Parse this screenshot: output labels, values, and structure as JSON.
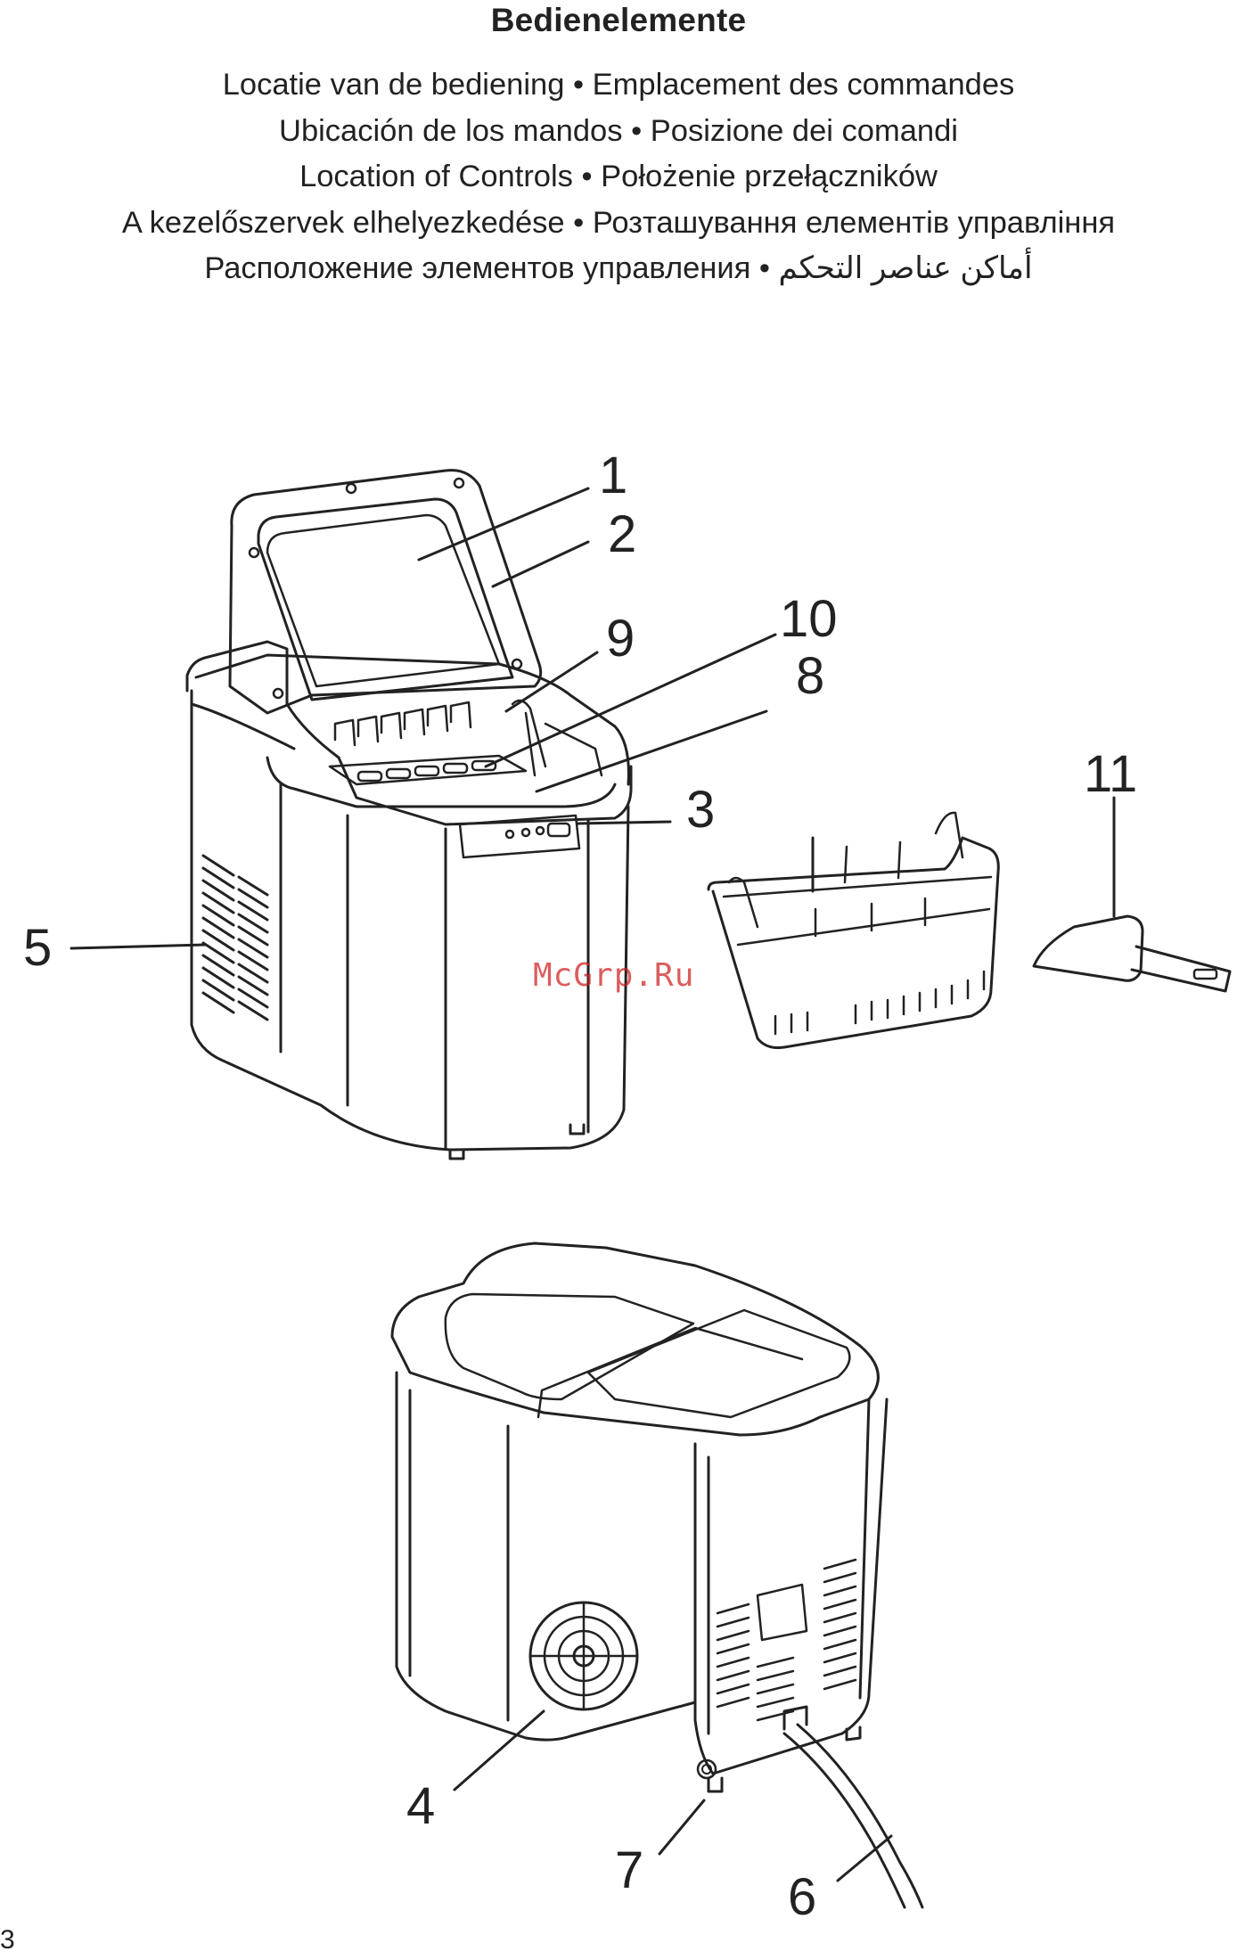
{
  "header": {
    "title": "Bedienelemente",
    "line_1": "Locatie van de bediening • Emplacement des commandes",
    "line_2": "Ubicación de los mandos • Posizione dei comandi",
    "line_3": "Location of Controls • Położenie przełączników",
    "line_4": "A kezelőszervek elhelyezkedése • Розташування елементів управління",
    "line_5_cyrillic": "Расположение элементов управления •",
    "line_5_arabic": "أماكن عناصر التحكم"
  },
  "front_view": {
    "callouts": {
      "c1": "1",
      "c2": "2",
      "c3": "3",
      "c5": "5",
      "c8": "8",
      "c9": "9",
      "c10": "10",
      "c11": "11"
    }
  },
  "back_view": {
    "callouts": {
      "c4": "4",
      "c6": "6",
      "c7": "7"
    }
  },
  "watermark": "McGrp.Ru",
  "page_number": "3",
  "colors": {
    "ink": "#222222",
    "watermark": "#cd1e1e",
    "background": "#ffffff"
  }
}
